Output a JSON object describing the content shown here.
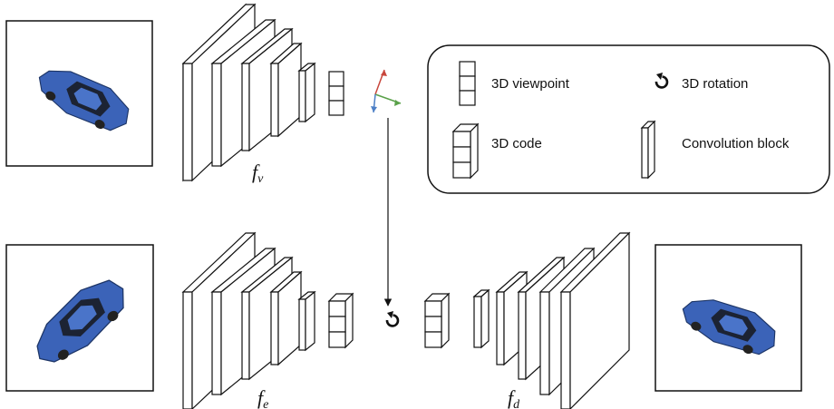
{
  "legend": {
    "viewpoint": "3D viewpoint",
    "rotation": "3D rotation",
    "code": "3D code",
    "conv": "Convolution block"
  },
  "networks": {
    "viewpoint_encoder": {
      "symbol": "f",
      "subscript": "v"
    },
    "encoder": {
      "symbol": "f",
      "subscript": "e"
    },
    "decoder": {
      "symbol": "f",
      "subscript": "d"
    }
  },
  "images": {
    "input_top": "blue-car-rear-view-icon",
    "input_bottom": "blue-car-front-view-icon",
    "output": "blue-car-side-view-icon"
  },
  "colors": {
    "car": "#3b63b8",
    "axis_x": "#5aa14a",
    "axis_y": "#c8463c",
    "axis_z": "#4c7fc6"
  }
}
